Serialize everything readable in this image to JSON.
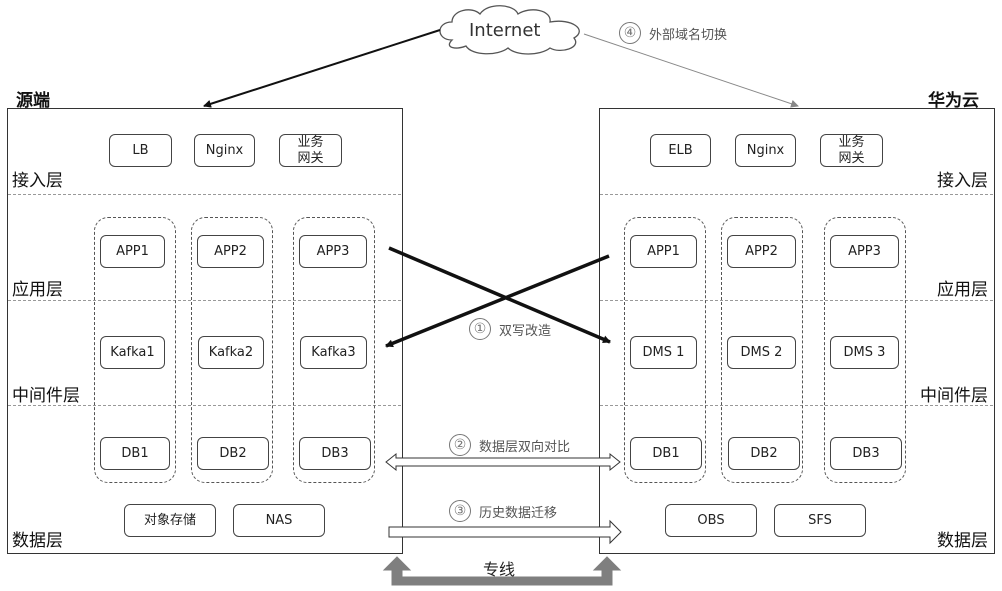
{
  "internet": {
    "label": "Internet"
  },
  "source": {
    "title": "源端",
    "layers": [
      "接入层",
      "应用层",
      "中间件层",
      "数据层"
    ],
    "access": [
      "LB",
      "Nginx",
      "业务\n网关"
    ],
    "apps": [
      "APP1",
      "APP2",
      "APP3"
    ],
    "middleware": [
      "Kafka1",
      "Kafka2",
      "Kafka3"
    ],
    "dbs": [
      "DB1",
      "DB2",
      "DB3"
    ],
    "storage": [
      "对象存储",
      "NAS"
    ]
  },
  "target": {
    "title": "华为云",
    "layers": [
      "接入层",
      "应用层",
      "中间件层",
      "数据层"
    ],
    "access": [
      "ELB",
      "Nginx",
      "业务\n网关"
    ],
    "apps": [
      "APP1",
      "APP2",
      "APP3"
    ],
    "middleware": [
      "DMS 1",
      "DMS 2",
      "DMS 3"
    ],
    "dbs": [
      "DB1",
      "DB2",
      "DB3"
    ],
    "storage": [
      "OBS",
      "SFS"
    ]
  },
  "steps": [
    {
      "num": "①",
      "label": "双写改造"
    },
    {
      "num": "②",
      "label": "数据层双向对比"
    },
    {
      "num": "③",
      "label": "历史数据迁移"
    },
    {
      "num": "④",
      "label": "外部域名切换"
    }
  ],
  "dedicated_line": {
    "label": "专线"
  }
}
